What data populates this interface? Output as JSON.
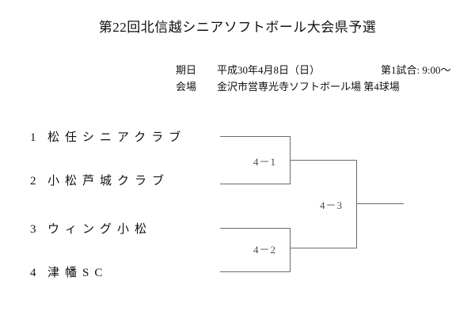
{
  "title": "第22回北信越シニアソフトボール大会県予選",
  "info": {
    "date_label": "期日",
    "date_value": "平成30年4月8日（日）",
    "first_game": "第1試合: 9:00〜",
    "venue_label": "会場",
    "venue_value": "金沢市営専光寺ソフトボール場 第4球場"
  },
  "bracket": {
    "teams": [
      {
        "seed": "1",
        "name": "松任シニアクラブ"
      },
      {
        "seed": "2",
        "name": "小松芦城クラブ"
      },
      {
        "seed": "3",
        "name": "ウィング小松"
      },
      {
        "seed": "4",
        "name": "津幡SC"
      }
    ],
    "matches": [
      {
        "label": "4－1"
      },
      {
        "label": "4－2"
      },
      {
        "label": "4－3"
      }
    ]
  },
  "colors": {
    "text": "#111111",
    "line": "#6b6b6b",
    "match_label": "#4a4a4a",
    "background": "#ffffff"
  }
}
